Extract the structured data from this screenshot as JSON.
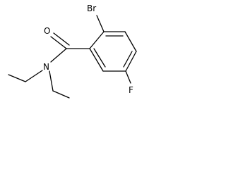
{
  "molecule": {
    "atoms": {
      "bromine": "Br",
      "oxygen": "O",
      "nitrogen": "N",
      "fluorine": "F"
    }
  }
}
